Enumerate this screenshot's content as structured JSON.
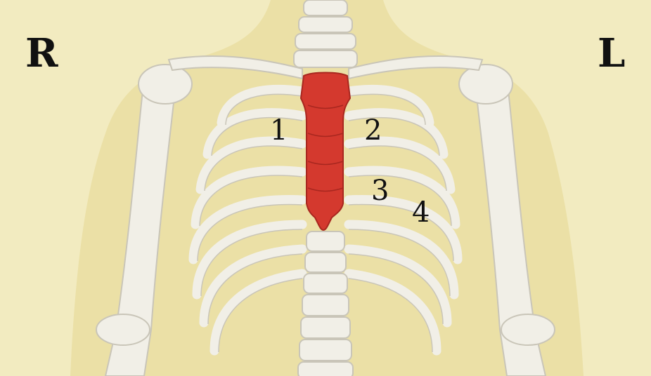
{
  "labels": {
    "right": "R",
    "left": "L",
    "n1": "1",
    "n2": "2",
    "n3": "3",
    "n4": "4"
  },
  "colors": {
    "background": "#f2ebc0",
    "body_skin": "#ebe0a6",
    "bone": "#f1efe7",
    "bone_shadow": "#c9c5b8",
    "sternum": "#d4392e"
  }
}
